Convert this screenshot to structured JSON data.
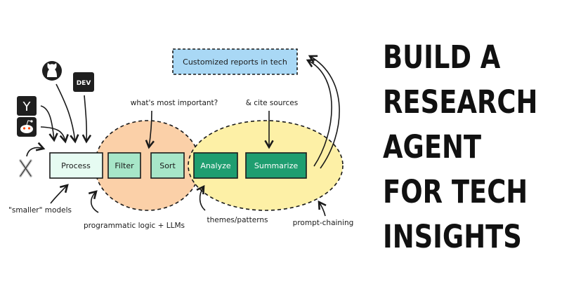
{
  "headline": [
    "BUILD A",
    "RESEARCH",
    "AGENT",
    "FOR TECH",
    "INSIGHTS"
  ],
  "sources": {
    "ycombinator_letter": "Y",
    "dev_label": "DEV"
  },
  "nodes": {
    "process": "Process",
    "filter": "Filter",
    "sort": "Sort",
    "analyze": "Analyze",
    "summarize": "Summarize",
    "output": "Customized reports in tech"
  },
  "annotations": {
    "important": "what's most important?",
    "cite": "& cite sources",
    "smaller_models": "\"smaller\" models",
    "logic": "programmatic logic + LLMs",
    "themes": "themes/patterns",
    "chaining": "prompt-chaining"
  },
  "colors": {
    "orange_region": "#fbd0a8",
    "yellow_region": "#fdf0a6",
    "process_fill": "#e6fbf2",
    "node_fill": "#a7e6c8",
    "dark_node_fill": "#1f9e70",
    "output_fill": "#a9d8f5",
    "reddit": "#ff4500"
  },
  "icons": [
    "x-logo-icon",
    "ycombinator-icon",
    "reddit-icon",
    "github-icon",
    "dev-icon"
  ]
}
